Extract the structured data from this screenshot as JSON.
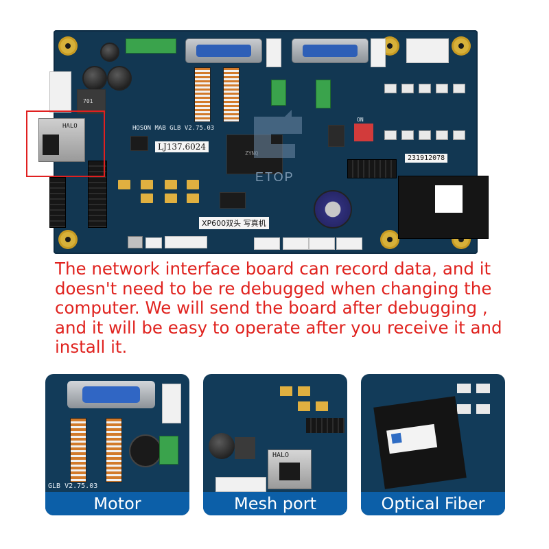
{
  "board": {
    "model_silk": "HOSON MAB GLB V2.75.03",
    "serial_sticker": "LJ137.6024",
    "rj45_label": "HALO",
    "chip_label": "ZYNQ",
    "bottom_sticker": "XP600双头  写真机",
    "id_sticker": "231912078",
    "cap_label": "701",
    "dip_label": "ON",
    "watermark_text": "ETOP"
  },
  "description": "The network interface board can record data, and it doesn't need to be re debugged when changing the computer. We will send the board after debugging , and it will be easy to operate after you receive it and install it.",
  "thumbnails": [
    {
      "caption": "Motor",
      "silk": "GLB V2.75.03"
    },
    {
      "caption": "Mesh port",
      "silk": "HALO"
    },
    {
      "caption": "Optical Fiber",
      "silk": ""
    }
  ],
  "colors": {
    "board": "#123752",
    "description_text": "#e0231f",
    "caption_bar": "#0c5fa8",
    "highlight_box": "#e02020"
  }
}
